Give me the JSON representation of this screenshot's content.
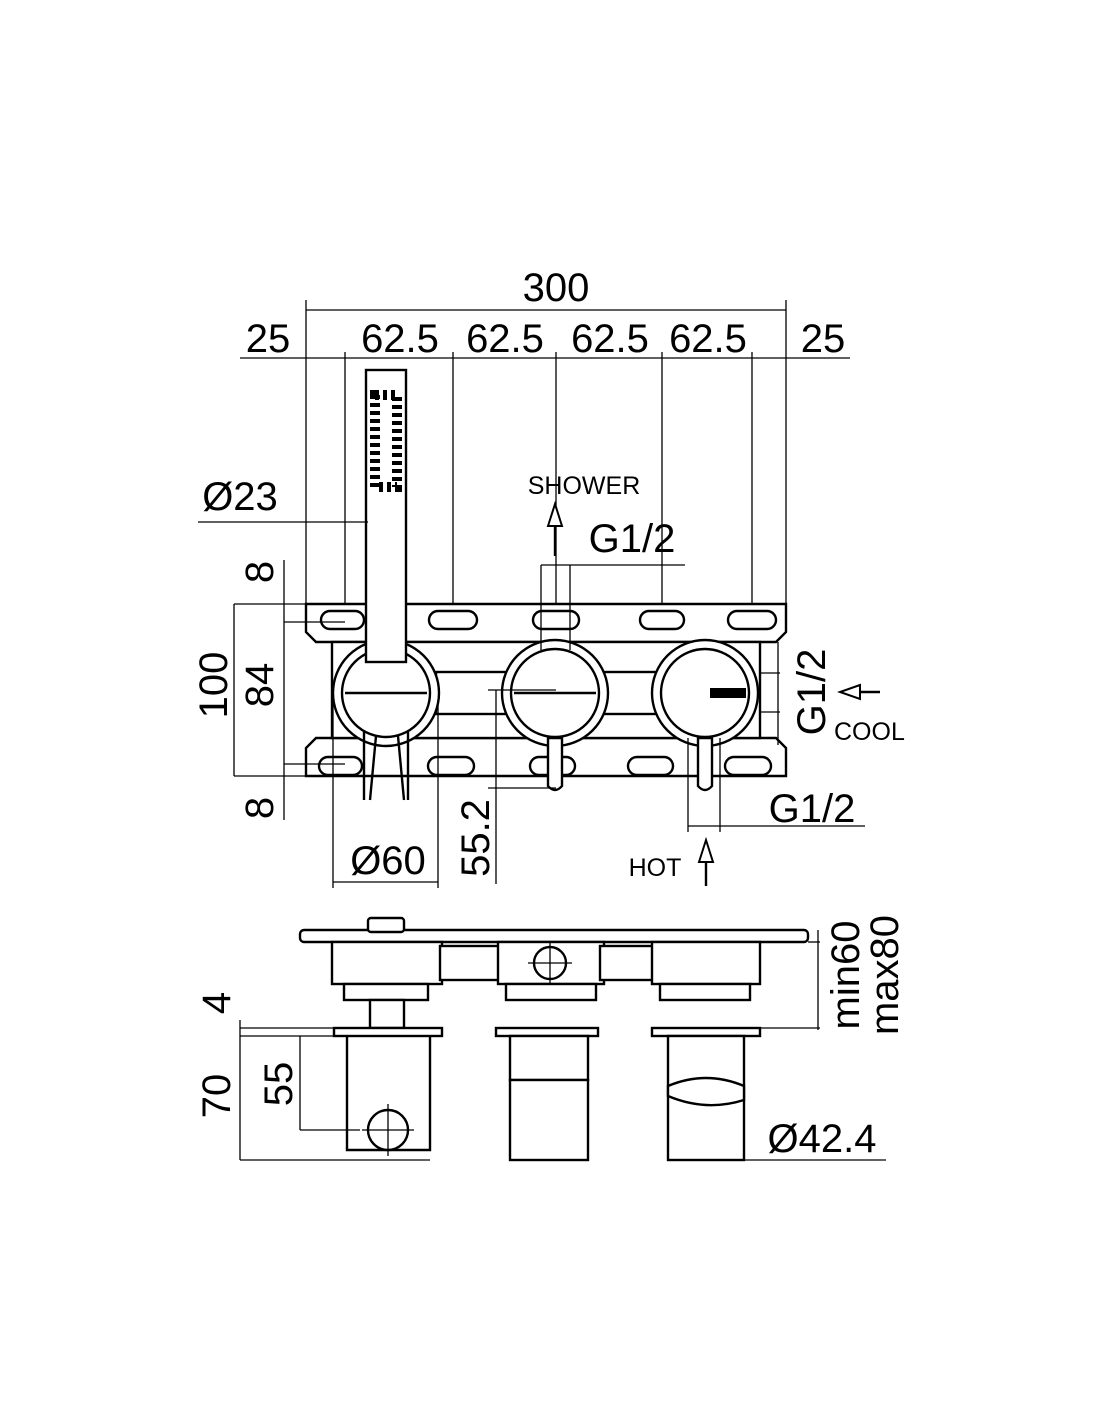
{
  "front_view": {
    "dims": {
      "overall_width": "300",
      "left_margin": "25",
      "pitch_1": "62.5",
      "pitch_2": "62.5",
      "pitch_3": "62.5",
      "pitch_4": "62.5",
      "right_margin": "25",
      "handshower_diameter": "Ø23",
      "outlet_thread": "G1/2",
      "top_plate": "8",
      "bottom_plate": "8",
      "total_height": "100",
      "inner_height": "84",
      "body_diameter": "Ø60",
      "inlet_offset": "55.2",
      "cold_thread": "G1/2",
      "hot_thread": "G1/2"
    },
    "labels": {
      "shower": "SHOWER",
      "cold": "COOL",
      "hot": "HOT"
    }
  },
  "side_view": {
    "dims": {
      "depth_range": "min60\nmax80",
      "plate_thickness": "4",
      "total_depth": "70",
      "handle_depth": "55",
      "spout_diameter": "Ø42.4"
    }
  }
}
